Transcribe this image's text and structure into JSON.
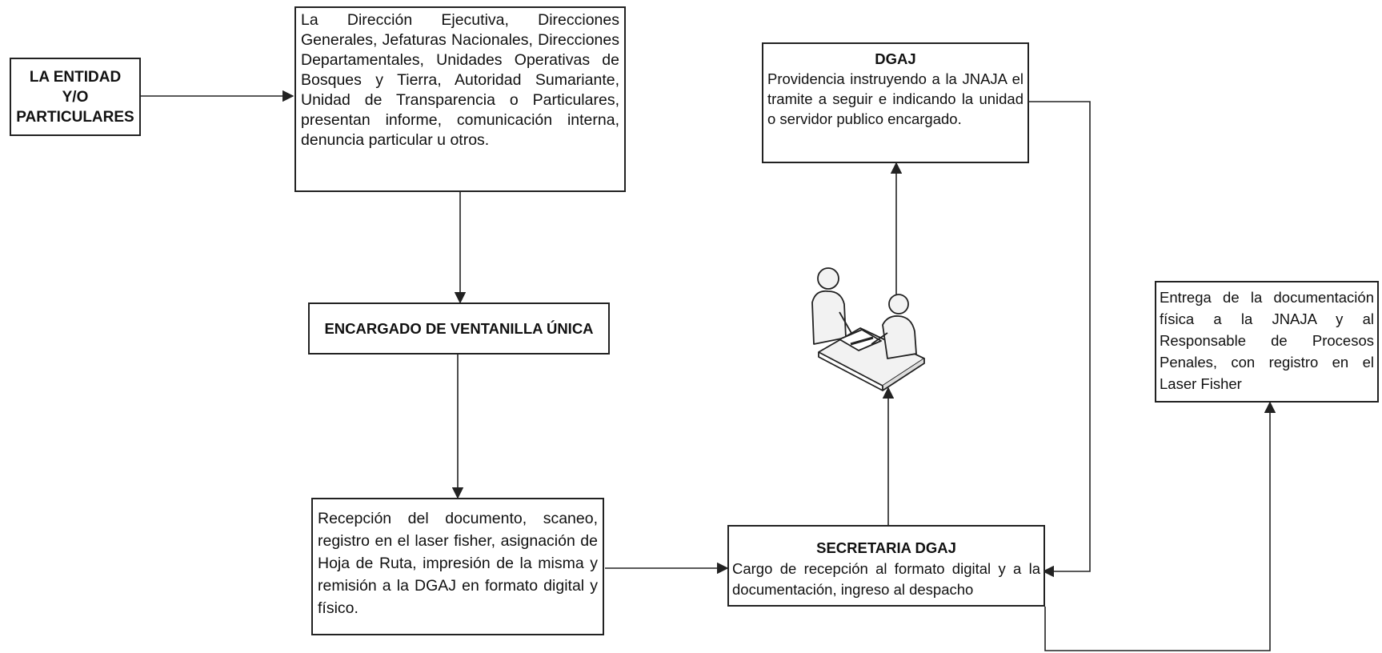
{
  "nodes": {
    "entidad": {
      "label": "LA ENTIDAD Y/O PARTICULARES"
    },
    "direccion": {
      "text": "La Dirección Ejecutiva, Direcciones Generales, Jefaturas Nacionales, Direcciones Departamentales, Unidades Operativas de Bosques y Tierra, Autoridad Sumariante, Unidad de Transparencia o Particulares, presentan informe, comunicación interna, denuncia particular u otros."
    },
    "ventanilla": {
      "label": "ENCARGADO DE VENTANILLA ÚNICA"
    },
    "recepcion": {
      "text": "Recepción del documento, scaneo, registro en el laser fisher, asignación de Hoja de Ruta, impresión de la misma y remisión a la DGAJ en formato digital y físico."
    },
    "secretaria": {
      "title": "SECRETARIA DGAJ",
      "text": "Cargo de recepción al formato digital y a la documentación, ingreso al despacho"
    },
    "dgaj": {
      "title": "DGAJ",
      "text": "Providencia instruyendo a la JNAJA el tramite a seguir e indicando la unidad o servidor publico encargado."
    },
    "entrega": {
      "text": "Entrega de la documentación física a la JNAJA y al Responsable de Procesos Penales, con registro en el Laser Fisher"
    }
  },
  "icons": {
    "meeting": "office-meeting-icon"
  },
  "colors": {
    "line": "#222222",
    "figure_fill": "#f2f2f2"
  }
}
